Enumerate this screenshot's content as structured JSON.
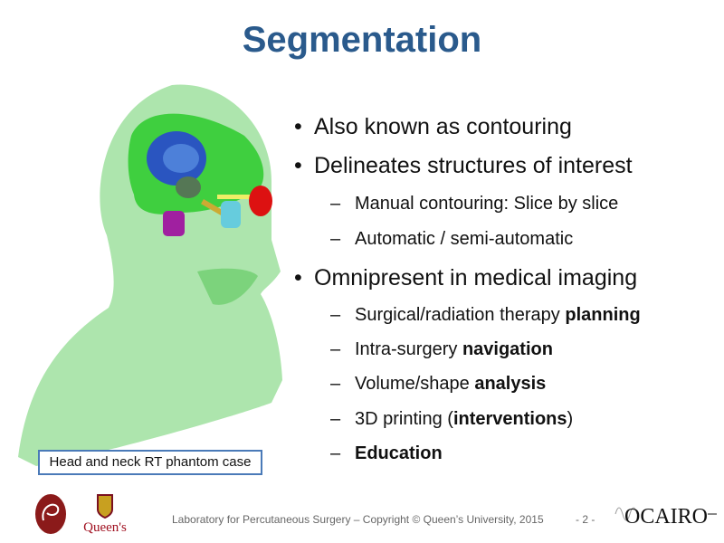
{
  "title": "Segmentation",
  "caption": "Head and neck RT phantom case",
  "bullets": [
    {
      "text": "Also known as contouring"
    },
    {
      "text": "Delineates structures of interest"
    },
    {
      "text": "Omnipresent in medical imaging"
    }
  ],
  "sub": [
    {
      "text": "Manual contouring: Slice by slice",
      "bold": ""
    },
    {
      "text": "Automatic / semi-automatic",
      "bold": ""
    },
    {
      "text": "Surgical/radiation therapy ",
      "bold": "planning"
    },
    {
      "text": "Intra-surgery ",
      "bold": "navigation"
    },
    {
      "text": "Volume/shape ",
      "bold": "analysis"
    },
    {
      "text": "3D printing (",
      "bold": "interventions",
      "after": ")"
    },
    {
      "text": "",
      "bold": "Education"
    }
  ],
  "bullet_glyph": "•",
  "dash_glyph": "–",
  "footer": "Laboratory for Percutaneous Surgery – Copyright © Queen’s University, 2015",
  "page": "- 2 -",
  "logos": {
    "perk": "Perk",
    "queens": "Queen's",
    "ocairo": "OCAIRO"
  }
}
